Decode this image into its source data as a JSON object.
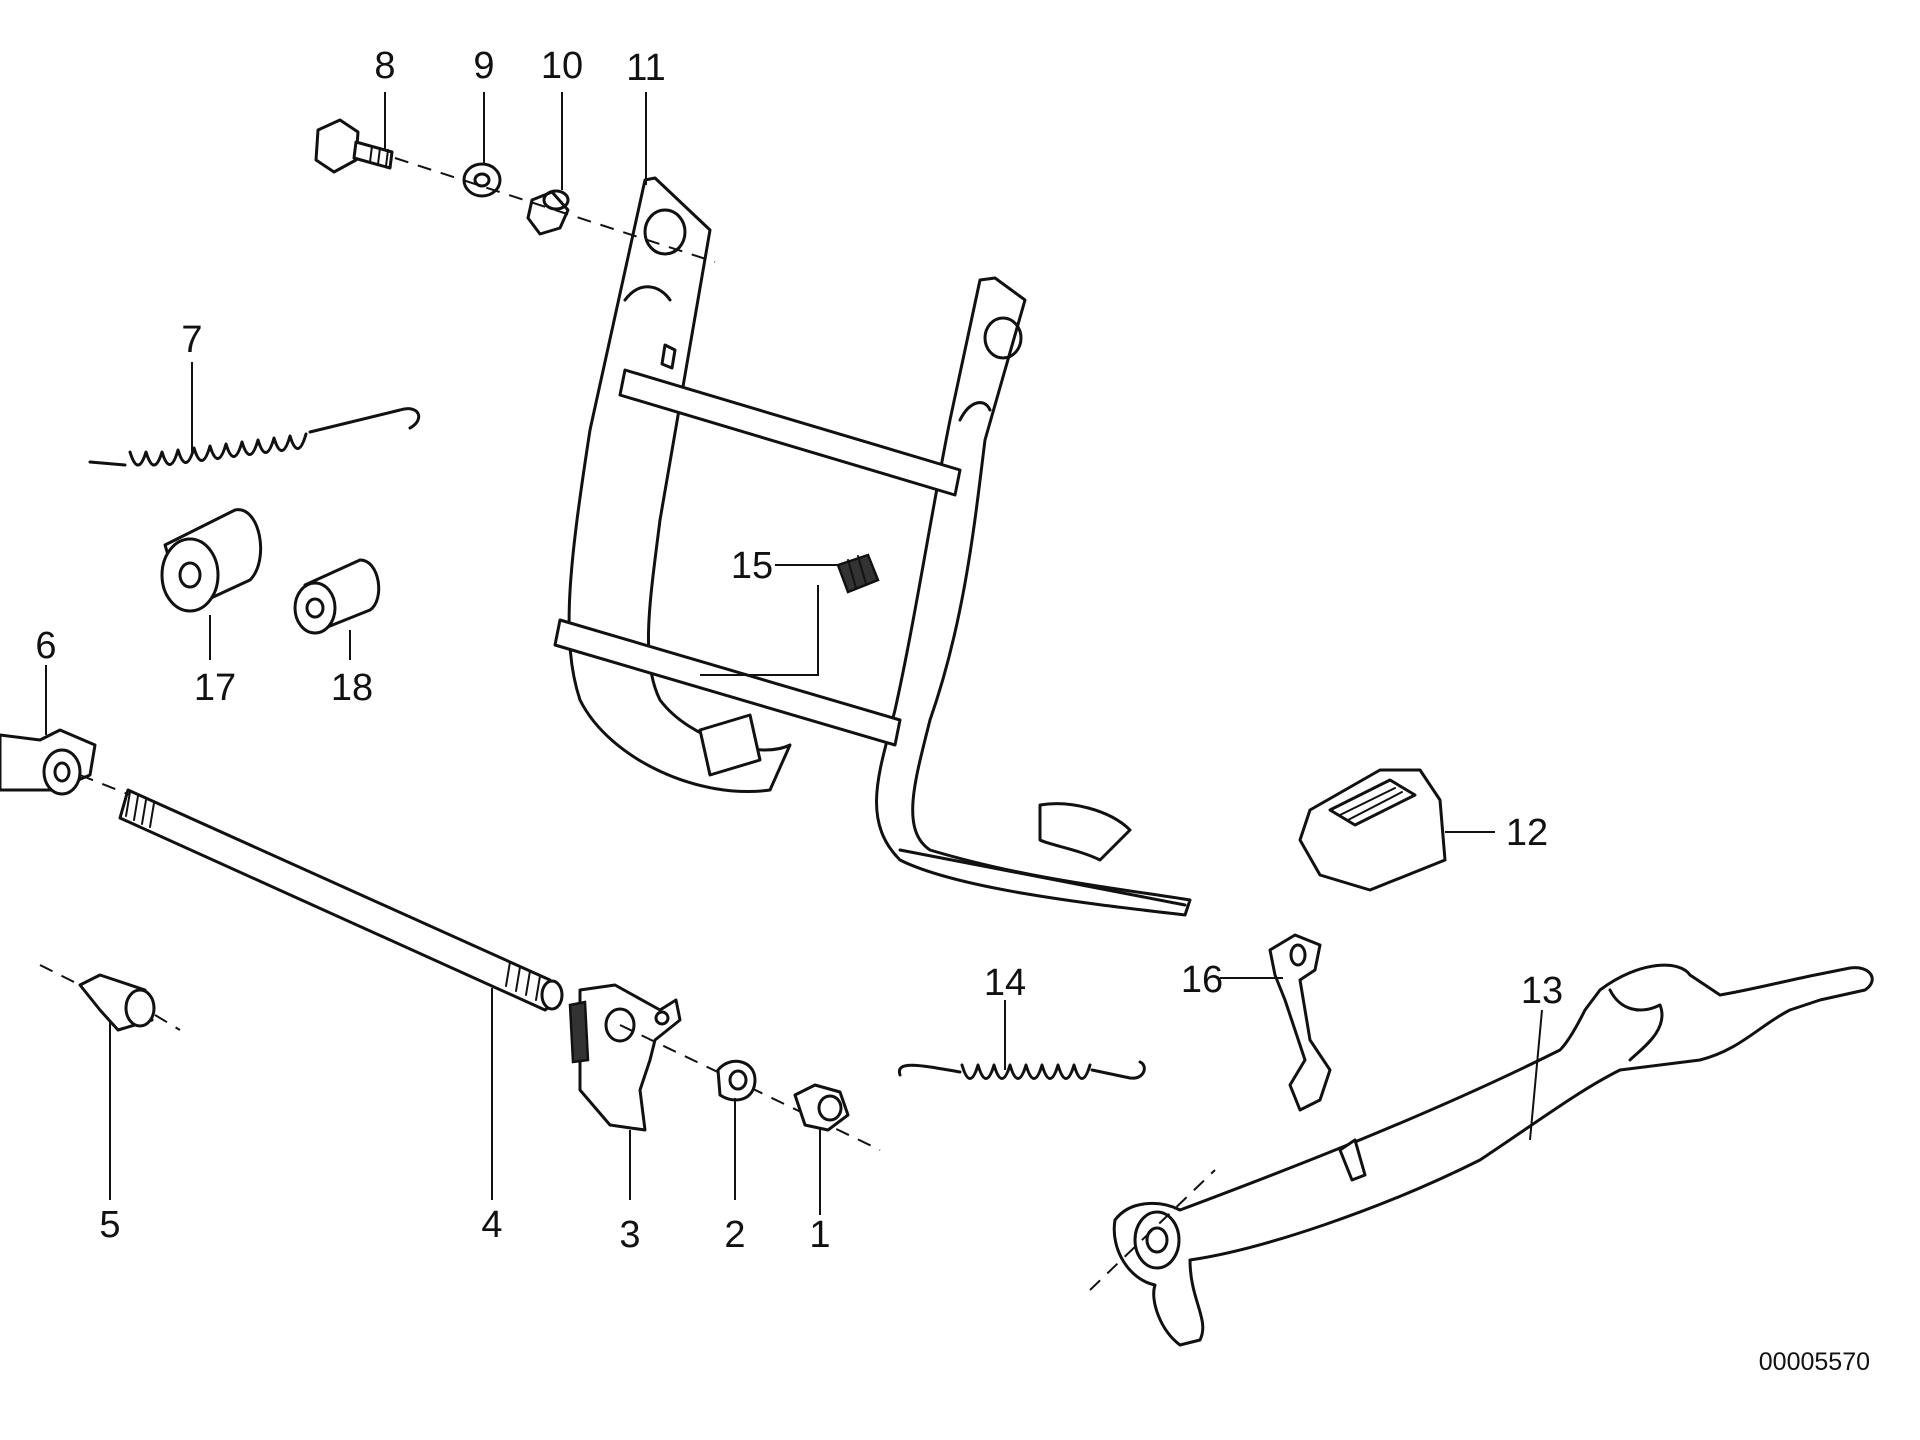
{
  "diagram": {
    "reference_number": "00005570",
    "callouts": [
      "1",
      "2",
      "3",
      "4",
      "5",
      "6",
      "7",
      "8",
      "9",
      "10",
      "11",
      "12",
      "13",
      "14",
      "15",
      "16",
      "17",
      "18"
    ]
  }
}
